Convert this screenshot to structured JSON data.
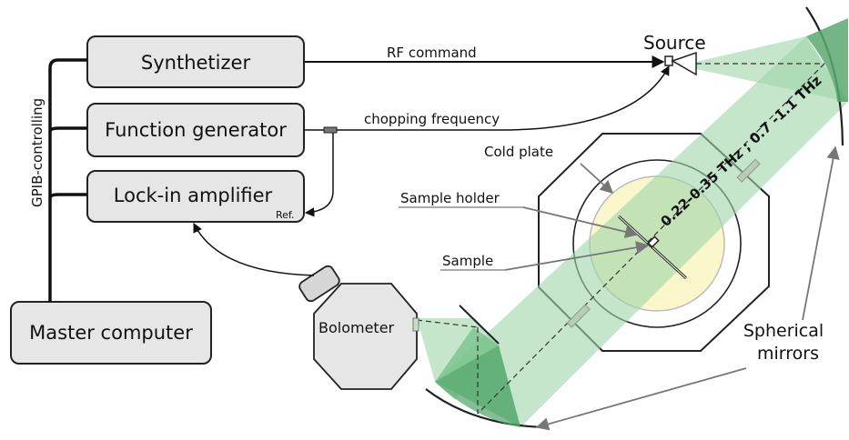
{
  "boxes": {
    "synthetizer": "Synthetizer",
    "function_generator": "Function generator",
    "lockin": "Lock-in amplifier",
    "lockin_ref": "Ref.",
    "master": "Master computer"
  },
  "labels": {
    "gpib": "GPIB-controlling",
    "rf": "RF command",
    "chopping": "chopping frequency",
    "source": "Source",
    "cold_plate": "Cold plate",
    "sample_holder": "Sample holder",
    "sample": "Sample",
    "bolometer": "Bolometer",
    "frequency": "0.22-0.35 THz ; 0.7 -1.1 THz",
    "mirrors_1": "Spherical",
    "mirrors_2": "mirrors"
  },
  "colors": {
    "beam": "#9fd5a9",
    "beam_dark": "#5aa870",
    "cold_plate": "#fbf7cc",
    "box": "#e6e6e6"
  }
}
